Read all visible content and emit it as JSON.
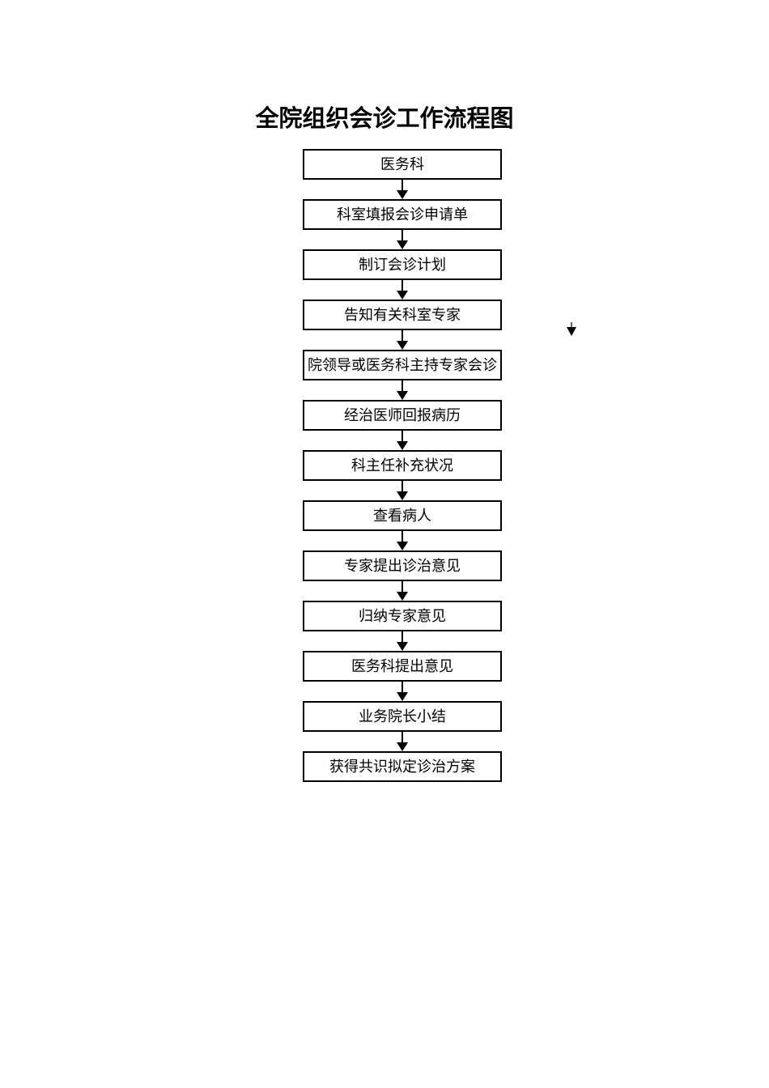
{
  "title": "全院组织会诊工作流程图",
  "flowchart": {
    "type": "vertical-flow",
    "box_border_color": "#000000",
    "box_fill_color": "#ffffff",
    "connector_color": "#000000",
    "steps": [
      "医务科",
      "科室填报会诊申请单",
      "制订会诊计划",
      "告知有关科室专家",
      "院领导或医务科主持专家会诊",
      "经治医师回报病历",
      "科主任补充状况",
      "查看病人",
      "专家提出诊治意见",
      "归纳专家意见",
      "医务科提出意见",
      "业务院长小结",
      "获得共识拟定诊治方案"
    ]
  },
  "icons": {
    "connector_arrow": "down-arrowhead",
    "stray_mark": "down-arrowhead"
  }
}
